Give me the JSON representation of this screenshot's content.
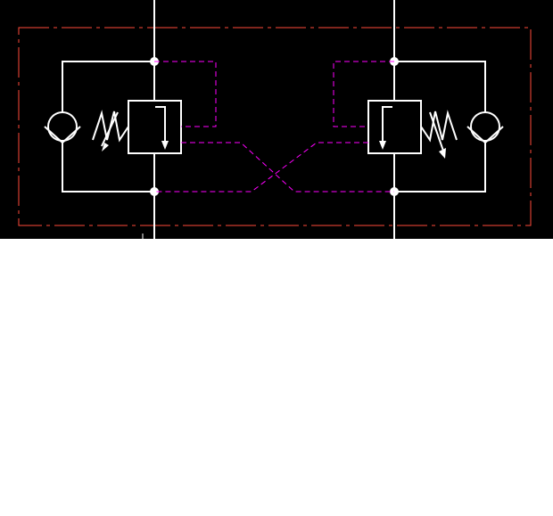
{
  "diagram": {
    "type": "hydraulic-schematic",
    "symbols": [
      {
        "kind": "check-valve",
        "side": "left"
      },
      {
        "kind": "pressure-relief-valve",
        "side": "left",
        "spring": "adjustable"
      },
      {
        "kind": "pressure-relief-valve",
        "side": "right",
        "spring": "adjustable"
      },
      {
        "kind": "check-valve",
        "side": "right"
      }
    ],
    "pilot_lines": "cross-connected",
    "colors": {
      "canvas": "#000000",
      "page": "#ffffff",
      "lines": "#ffffff",
      "pilot": "#ff00ff",
      "enclosure": "#ff4a3a"
    }
  }
}
